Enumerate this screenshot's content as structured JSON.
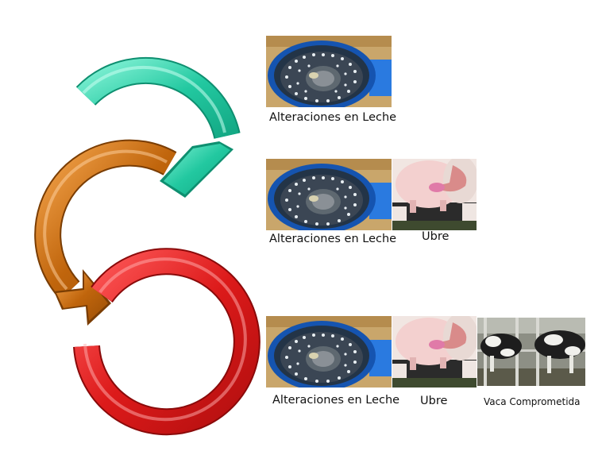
{
  "colors": {
    "teal": "#2ecfa9",
    "orange": "#c06a10",
    "red": "#dd1e1e"
  },
  "stages": [
    {
      "name": "stage-1",
      "labels": [
        "Alteraciones en Leche"
      ],
      "images": [
        "milk-strainer-photo"
      ]
    },
    {
      "name": "stage-2",
      "labels": [
        "Alteraciones en Leche",
        "Ubre"
      ],
      "images": [
        "milk-strainer-photo",
        "udder-photo"
      ]
    },
    {
      "name": "stage-3",
      "labels": [
        "Alteraciones en Leche",
        "Ubre",
        "Vaca Comprometida"
      ],
      "images": [
        "milk-strainer-photo",
        "udder-photo",
        "cow-photo"
      ]
    }
  ]
}
